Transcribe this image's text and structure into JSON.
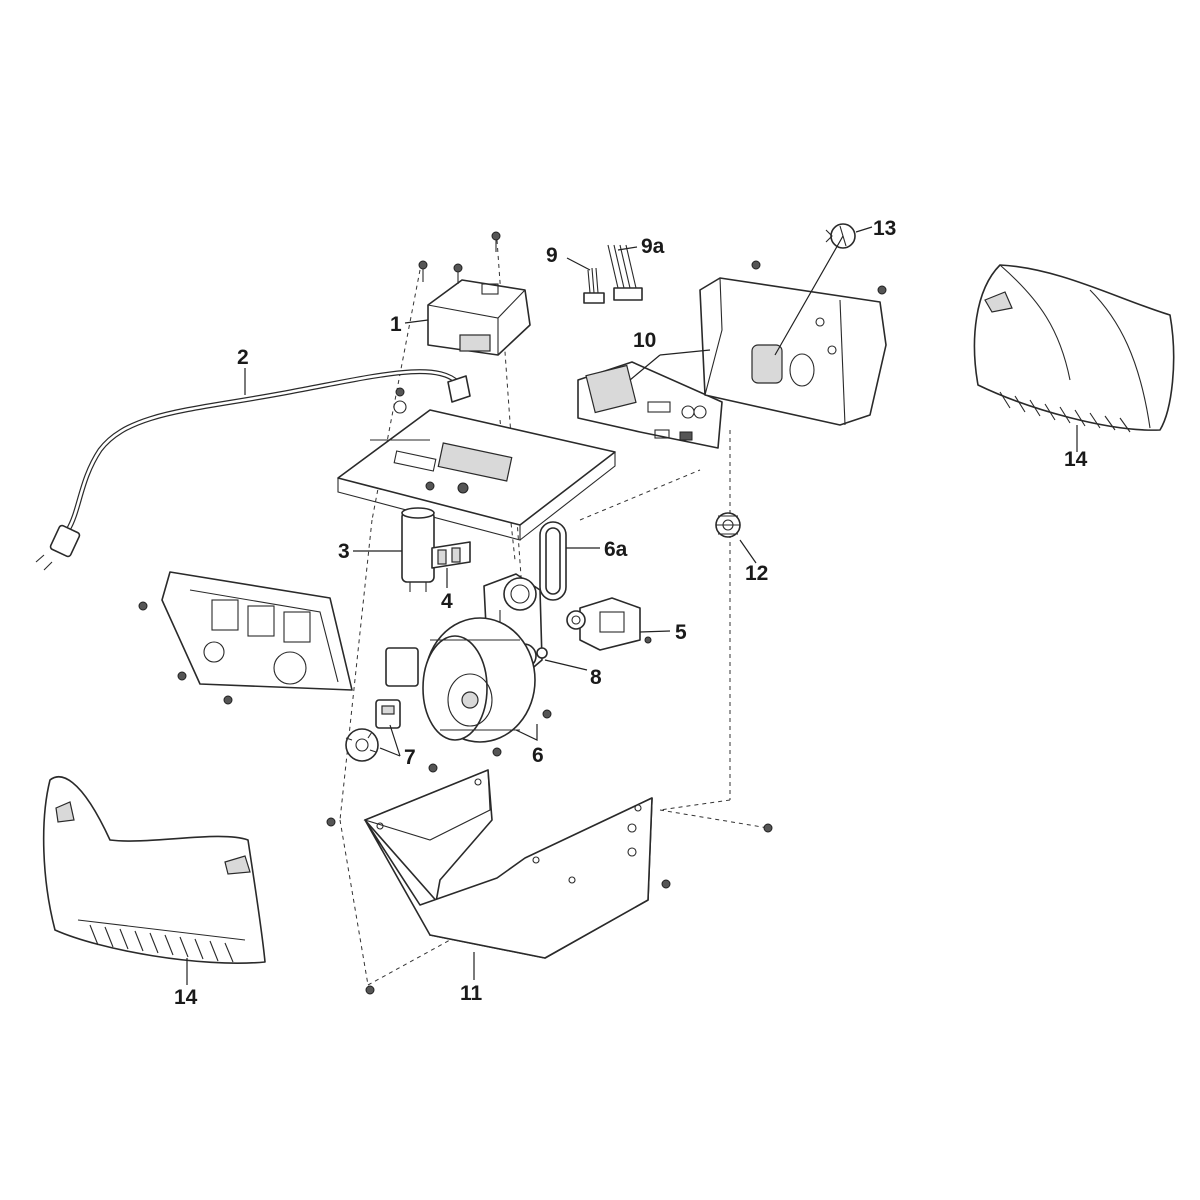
{
  "callouts": {
    "c1": "1",
    "c2": "2",
    "c3": "3",
    "c4": "4",
    "c5": "5",
    "c6": "6",
    "c6a": "6a",
    "c7": "7",
    "c8": "8",
    "c9": "9",
    "c9a": "9a",
    "c10": "10",
    "c11": "11",
    "c12": "12",
    "c13": "13",
    "c14_right": "14",
    "c14_left": "14"
  }
}
